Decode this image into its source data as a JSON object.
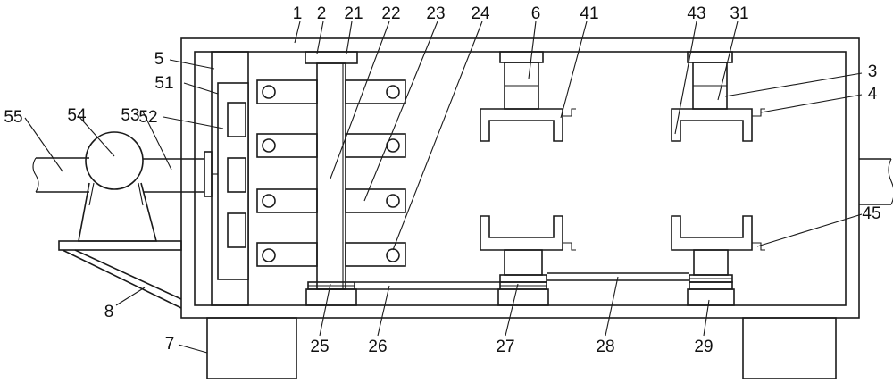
{
  "labels": {
    "l1": "1",
    "l2": "2",
    "l21": "21",
    "l22": "22",
    "l23": "23",
    "l24": "24",
    "l6": "6",
    "l41": "41",
    "l43": "43",
    "l31": "31",
    "l3": "3",
    "l4": "4",
    "l5": "5",
    "l51": "51",
    "l52": "52",
    "l53": "53",
    "l54": "54",
    "l55": "55",
    "l45": "45",
    "l8": "8",
    "l7": "7",
    "l25": "25",
    "l26": "26",
    "l27": "27",
    "l28": "28",
    "l29": "29"
  },
  "colors": {
    "line": "#1a1a1a",
    "background": "#ffffff",
    "dots": "#555555"
  }
}
